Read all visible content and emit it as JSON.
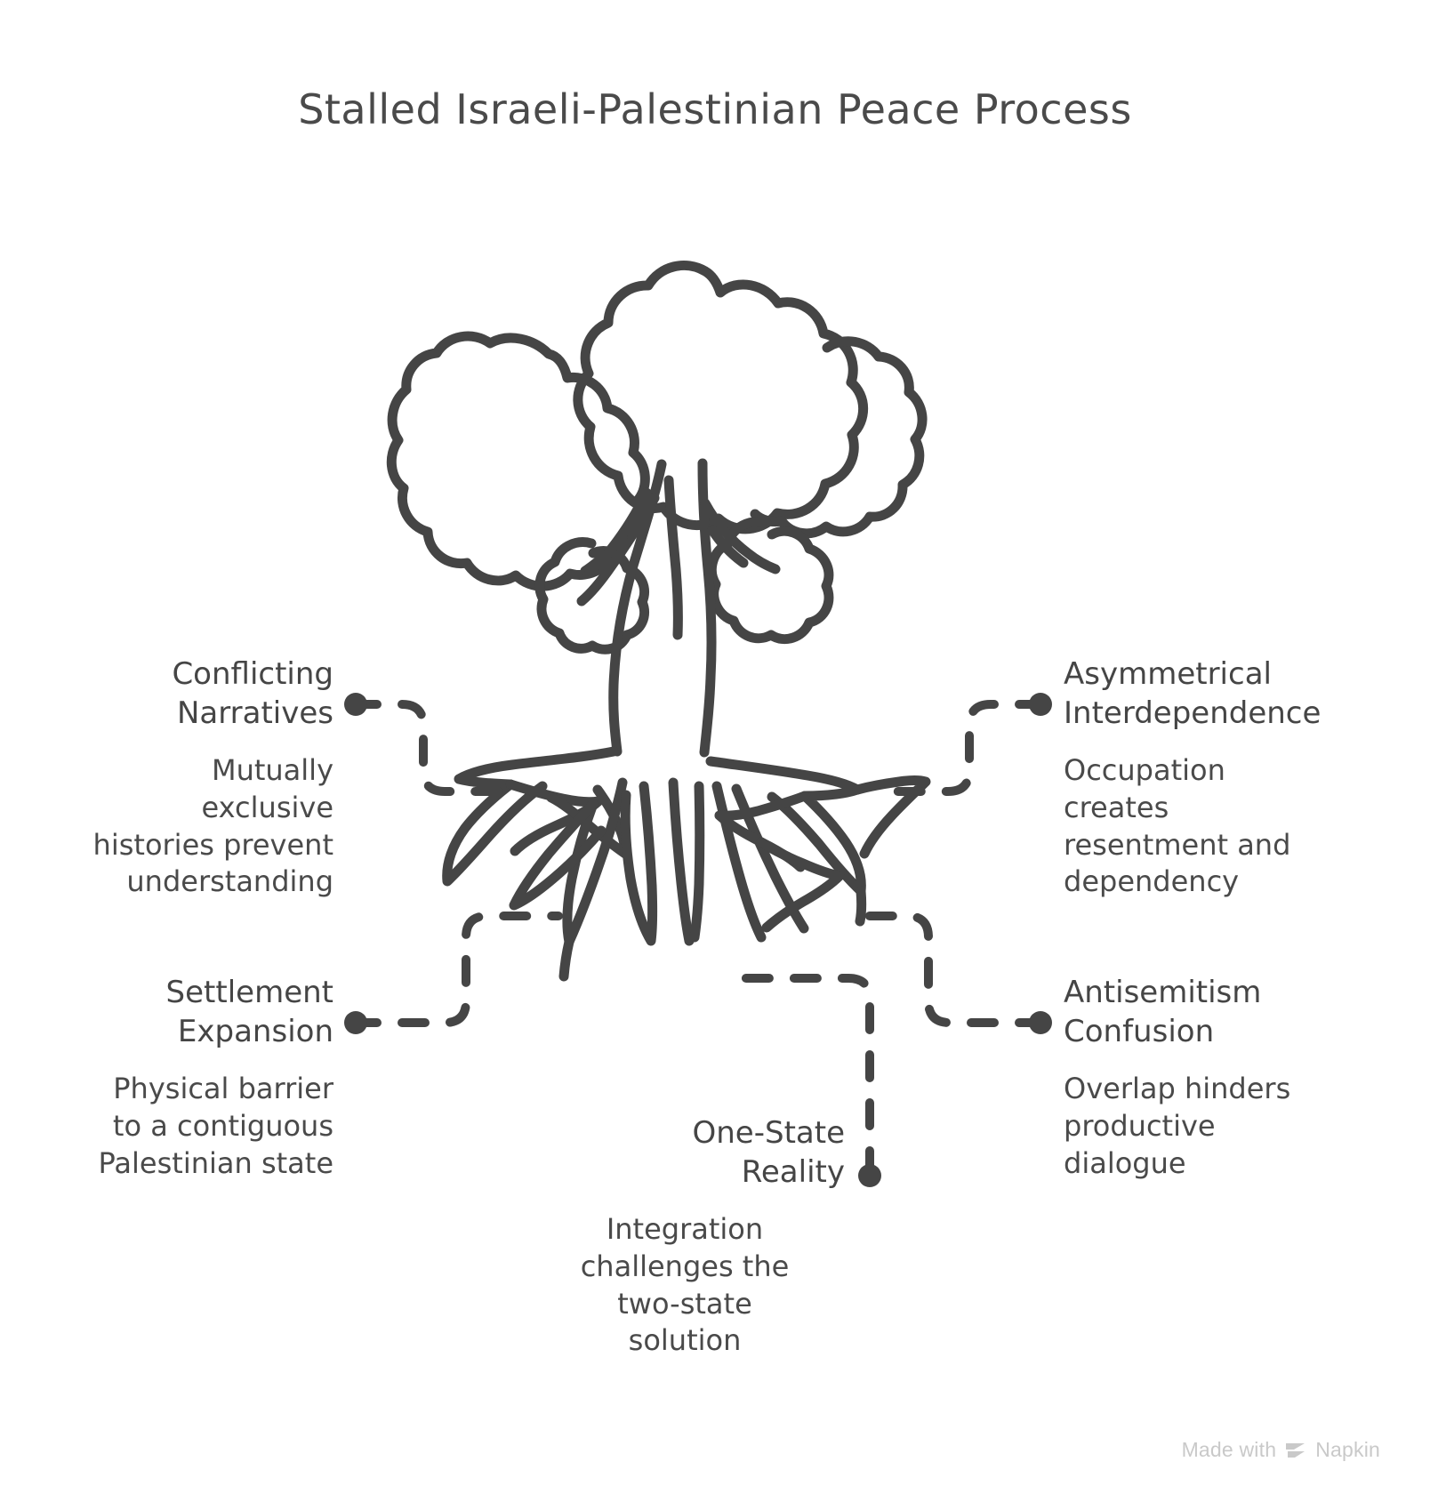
{
  "title": "Stalled Israeli-Palestinian Peace Process",
  "theme": {
    "ink": "#454545",
    "stroke": "#4a4a4a",
    "background": "#ffffff",
    "watermark_color": "#c9c9c9"
  },
  "illustration": {
    "name": "tree-with-roots",
    "description": "Hand-drawn outline tree with cloud-like foliage and spreading roots"
  },
  "nodes": [
    {
      "id": "conflicting-narratives",
      "side": "left",
      "title": "Conflicting\nNarratives",
      "description": "Mutually\nexclusive\nhistories prevent\nunderstanding"
    },
    {
      "id": "settlement-expansion",
      "side": "left",
      "title": "Settlement\nExpansion",
      "description": "Physical barrier\nto a contiguous\nPalestinian state"
    },
    {
      "id": "asymmetrical-interdependence",
      "side": "right",
      "title": "Asymmetrical\nInterdependence",
      "description": "Occupation\ncreates\nresentment and\ndependency"
    },
    {
      "id": "antisemitism-confusion",
      "side": "right",
      "title": "Antisemitism\nConfusion",
      "description": "Overlap hinders\nproductive\ndialogue"
    },
    {
      "id": "one-state-reality",
      "side": "bottom",
      "title": "One-State\nReality",
      "description": "Integration\nchallenges the\ntwo-state\nsolution"
    }
  ],
  "watermark": {
    "text": "Made with",
    "brand": "Napkin",
    "logo_icon": "napkin-logo-icon"
  }
}
